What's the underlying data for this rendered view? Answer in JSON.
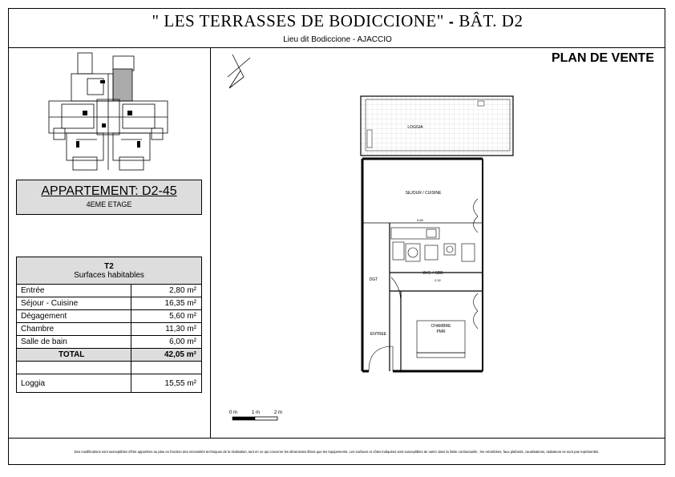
{
  "header": {
    "title": "\" LES TERRASSES DE BODICCIONE\"",
    "dash": "-",
    "building": "BÂT. D2",
    "subtitle": "Lieu dit Bodiccione - AJACCIO"
  },
  "plan_label": "PLAN DE VENTE",
  "apartment": {
    "name": "APPARTEMENT: D2-45",
    "floor": "4EME ETAGE"
  },
  "surfaces": {
    "type": "T2",
    "subtitle": "Surfaces habitables",
    "rows": [
      {
        "label": "Entrée",
        "value": "2,80 m²"
      },
      {
        "label": "Séjour - Cuisine",
        "value": "16,35 m²"
      },
      {
        "label": "Dégagement",
        "value": "5,60 m²"
      },
      {
        "label": "Chambre",
        "value": "11,30 m²"
      },
      {
        "label": "Salle de bain",
        "value": "6,00 m²"
      }
    ],
    "total_label": "TOTAL",
    "total_value": "42,05 m²",
    "loggia_label": "Loggia",
    "loggia_value": "15,55 m²"
  },
  "plan_rooms": {
    "loggia": "LOGGIA",
    "sejour": "SEJOUR / CUISINE",
    "wc": "W.C. / SDB",
    "dgt": "DGT",
    "chambre": "CHAMBRE",
    "pmr": "PMR",
    "entree": "ENTREE",
    "dim_sejour": "4,50",
    "dim_wc": "2,32"
  },
  "scale": {
    "t0": "0 m",
    "t1": "1 m",
    "t2": "2 m"
  },
  "footnote": "Des modifications sont susceptibles d'être apportées au plan en fonction des nécessités techniques de la réalisation, tant en ce qui concerne les dimensions libres que les équipements. Les surfaces et côtes indiquées sont susceptibles de varier dans la limite contractuelle ; les retombées, faux plafonds, canalisations, radiateurs ne sont pas représentés."
}
